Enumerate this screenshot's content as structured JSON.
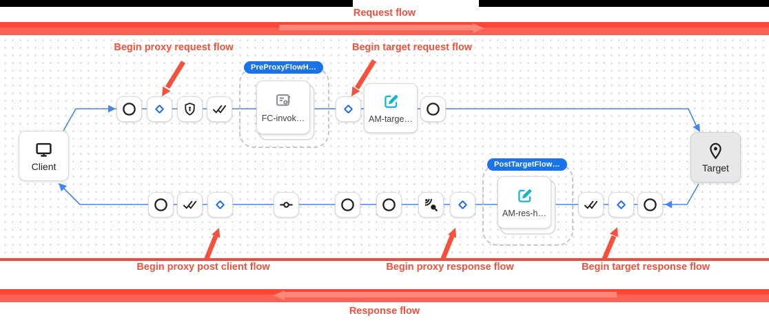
{
  "header": {
    "request_flow_label": "Request flow",
    "response_flow_label": "Response flow"
  },
  "annotations": {
    "proxy_request": "Begin proxy request flow",
    "target_request": "Begin target request flow",
    "post_client": "Begin proxy post client flow",
    "proxy_response": "Begin proxy response flow",
    "target_response": "Begin target response flow"
  },
  "endpoints": {
    "client": "Client",
    "target": "Target"
  },
  "groups": {
    "pre_proxy": {
      "badge_label": "PreProxyFlowH…"
    },
    "post_target": {
      "badge_label": "PostTargetFlow…"
    }
  },
  "cards": {
    "fc": {
      "label": "FC-invok…",
      "icon": "flow-callout-icon"
    },
    "am_target": {
      "label": "AM-targe…",
      "icon": "edit-icon"
    },
    "am_response": {
      "label": "AM-res-h…",
      "icon": "edit-icon"
    }
  },
  "icons": {
    "client": "monitor-icon",
    "target": "location-pin-icon",
    "top_row": [
      "circle-icon",
      "condition-diamond-icon",
      "shield-icon",
      "double-check-icon",
      "condition-diamond-icon",
      "circle-icon"
    ],
    "bottom_row": [
      "circle-icon",
      "double-check-icon",
      "condition-diamond-icon",
      "connector-icon",
      "circle-icon",
      "circle-icon",
      "signal-icon",
      "condition-diamond-icon",
      "double-check-icon",
      "condition-diamond-icon",
      "circle-icon"
    ]
  },
  "colors": {
    "annotation_red": "#f4503c",
    "bar_red": "#fb4737",
    "bar_red_light": "#fd6153",
    "connector_blue": "#4286f5",
    "badge_blue": "#1a73e8",
    "edit_icon_teal": "#12b5cb"
  }
}
